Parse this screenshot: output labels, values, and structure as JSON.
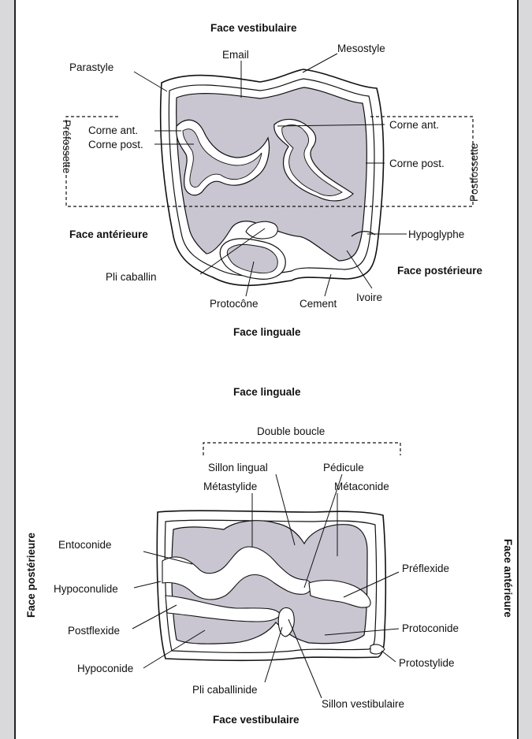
{
  "upper_tooth": {
    "faces": {
      "top": "Face vestibulaire",
      "bottom": "Face linguale",
      "left": "Face antérieure",
      "right": "Face postérieure"
    },
    "labels": {
      "email": "Email",
      "mesostyle": "Mesostyle",
      "parastyle": "Parastyle",
      "corne_ant_left": "Corne ant.",
      "corne_post_left": "Corne post.",
      "corne_ant_right": "Corne ant.",
      "corne_post_right": "Corne post.",
      "prefossette": "Préfossette",
      "postfossette": "Postfossette",
      "hypoglyphe": "Hypoglyphe",
      "pli_caballin": "Pli caballin",
      "protocone": "Protocône",
      "cement": "Cement",
      "ivoire": "Ivoire"
    }
  },
  "lower_tooth": {
    "faces": {
      "top": "Face linguale",
      "bottom": "Face vestibulaire",
      "left": "Face postérieure",
      "right": "Face antérieure"
    },
    "labels": {
      "double_boucle": "Double boucle",
      "sillon_lingual": "Sillon lingual",
      "pedicule": "Pédicule",
      "metastylide": "Métastylide",
      "metaconide": "Métaconide",
      "entoconide": "Entoconide",
      "hypoconulide": "Hypoconulide",
      "postflexide": "Postflexide",
      "hypoconide": "Hypoconide",
      "preflexide": "Préflexide",
      "protoconide": "Protoconide",
      "protostylide": "Protostylide",
      "pli_caballinide": "Pli caballinide",
      "sillon_vestibulaire": "Sillon vestibulaire"
    }
  },
  "colors": {
    "dentine": "#c9c6d1",
    "outline": "#111111",
    "panel": "#ffffff",
    "page": "#d9d9dc"
  }
}
